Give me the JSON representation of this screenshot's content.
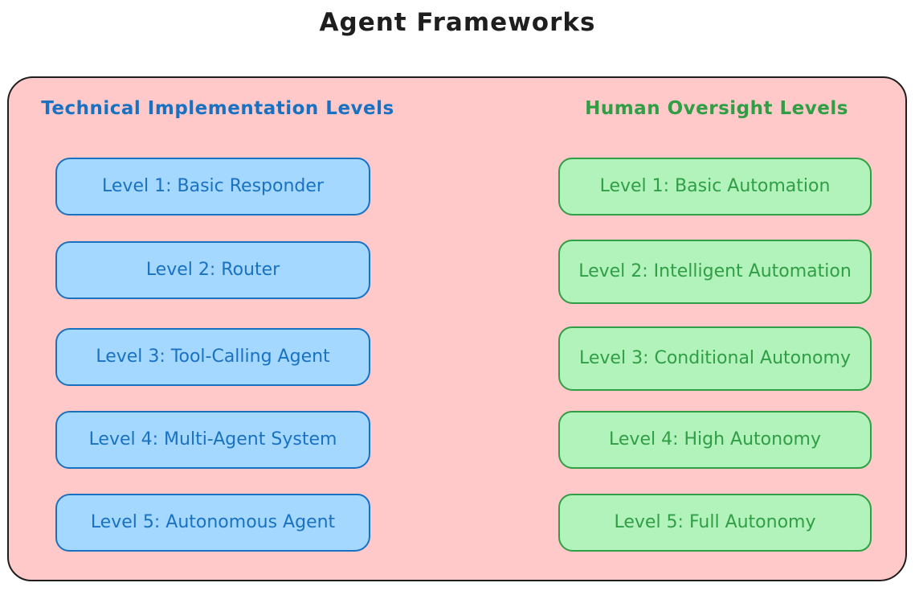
{
  "title": "Agent Frameworks",
  "left_column": {
    "header": "Technical Implementation Levels",
    "items": [
      "Level 1: Basic Responder",
      "Level 2: Router",
      "Level 3: Tool-Calling Agent",
      "Level 4: Multi-Agent System",
      "Level 5: Autonomous Agent"
    ]
  },
  "right_column": {
    "header": "Human Oversight Levels",
    "items": [
      "Level 1: Basic Automation",
      "Level 2: Intelligent Automation",
      "Level 3: Conditional Autonomy",
      "Level 4: High Autonomy",
      "Level 5: Full Autonomy"
    ]
  },
  "colors": {
    "container_fill": "#ffc9c9",
    "container_border": "#1e1e1e",
    "blue_fill": "#a5d8ff",
    "blue_border": "#1971c2",
    "blue_text": "#1971c2",
    "green_fill": "#b2f2bb",
    "green_border": "#2f9e44",
    "green_text": "#2f9e44",
    "title_text": "#1e1e1e"
  }
}
